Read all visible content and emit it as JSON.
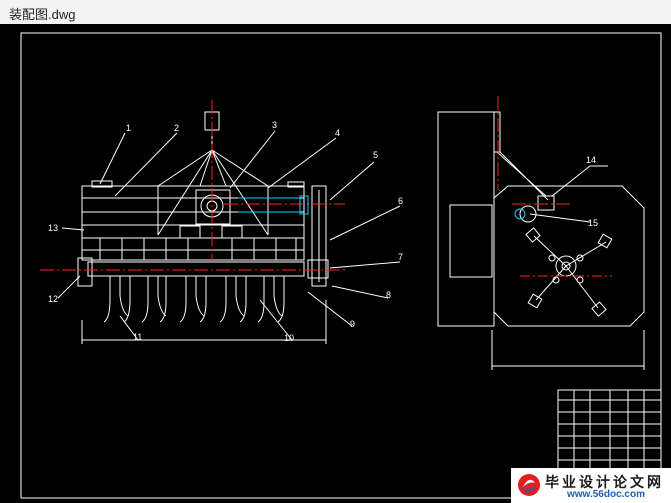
{
  "window": {
    "title": "装配图.dwg"
  },
  "drawing": {
    "callouts": {
      "c1": "1",
      "c2": "2",
      "c3": "3",
      "c4": "4",
      "c5": "5",
      "c6": "6",
      "c7": "7",
      "c8": "8",
      "c9": "9",
      "c10": "10",
      "c11": "11",
      "c12": "12",
      "c13": "13",
      "c14": "14",
      "c15": "15"
    },
    "colors": {
      "background": "#000000",
      "line": "#ffffff",
      "centerline": "#ff2020",
      "hidden": "#00d8ff",
      "leader": "#ffffff"
    }
  },
  "watermark": {
    "title": "毕业设计论文网",
    "url": "www.56doc.com"
  }
}
